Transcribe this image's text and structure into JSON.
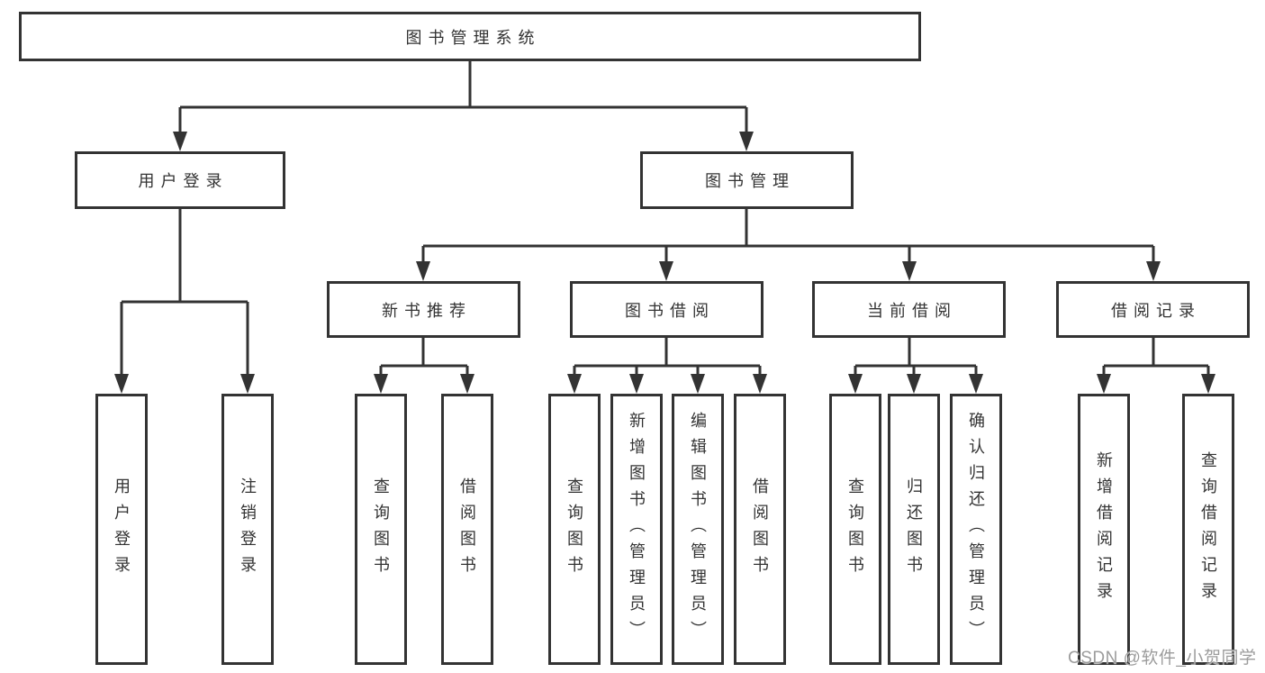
{
  "tree": {
    "root": {
      "label": "图书管理系统"
    },
    "branches": [
      {
        "label": "用户登录",
        "leaves": [
          {
            "label": "用户登录"
          },
          {
            "label": "注销登录"
          }
        ]
      },
      {
        "label": "图书管理",
        "groups": [
          {
            "label": "新书推荐",
            "leaves": [
              {
                "label": "查询图书"
              },
              {
                "label": "借阅图书"
              }
            ]
          },
          {
            "label": "图书借阅",
            "leaves": [
              {
                "label": "查询图书"
              },
              {
                "label": "新增图书（管理员）"
              },
              {
                "label": "编辑图书（管理员）"
              },
              {
                "label": "借阅图书"
              }
            ]
          },
          {
            "label": "当前借阅",
            "leaves": [
              {
                "label": "查询图书"
              },
              {
                "label": "归还图书"
              },
              {
                "label": "确认归还（管理员）"
              }
            ]
          },
          {
            "label": "借阅记录",
            "leaves": [
              {
                "label": "新增借阅记录"
              },
              {
                "label": "查询借阅记录"
              }
            ]
          }
        ]
      }
    ]
  },
  "watermark": {
    "text": "CSDN @软件_小贺同学"
  },
  "colors": {
    "line": "#333333",
    "box_border": "#333333",
    "text": "#333333",
    "background": "#ffffff",
    "watermark": "#9c9c9c"
  }
}
